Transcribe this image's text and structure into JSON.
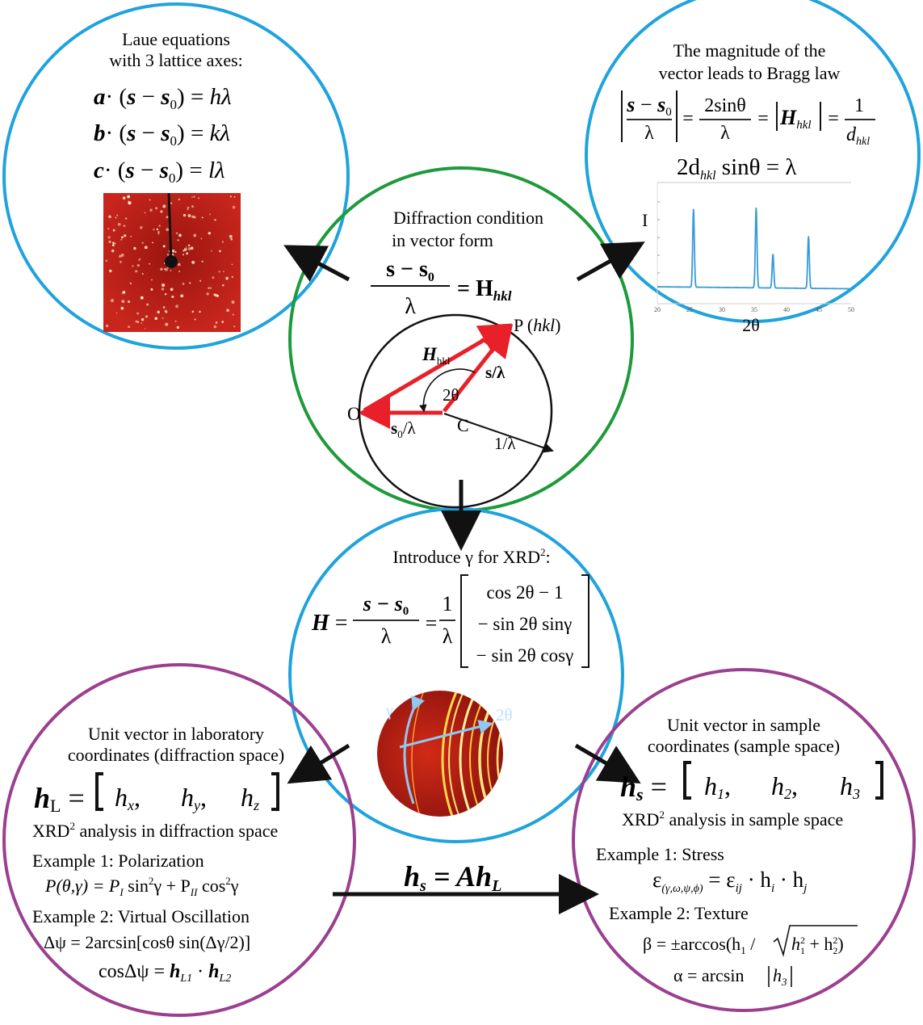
{
  "colors": {
    "blue_circle": "#1fa3dd",
    "green_circle": "#1d9a3a",
    "purple_circle": "#9b3f8f",
    "red_vector": "#e8202a",
    "arrow": "#111111",
    "xrd_curve": "#3a9ad6",
    "pattern_red": "#b21a14"
  },
  "laue": {
    "title_line1": "Laue equations",
    "title_line2": "with 3 lattice axes:",
    "eq_a": {
      "lhs": "a",
      "op": "· (",
      "s": "s",
      "minus": " − ",
      "s0": "s",
      "sub": "0",
      "close": ")",
      "eq": " = ",
      "rhs": "hλ"
    },
    "eq_b": {
      "lhs": "b",
      "op": "· (",
      "s": "s",
      "minus": " − ",
      "s0": "s",
      "sub": "0",
      "close": ")",
      "eq": " = ",
      "rhs": "kλ"
    },
    "eq_c": {
      "lhs": "c",
      "op": "· (",
      "s": "s",
      "minus": " − ",
      "s0": "s",
      "sub": "0",
      "close": ")",
      "eq": " = ",
      "rhs": "lλ"
    }
  },
  "bragg": {
    "title_line1": "The magnitude of the",
    "title_line2": "vector leads to Bragg law",
    "eq1_frac_num_s": "s",
    "eq1_frac_num_minus": " − ",
    "eq1_frac_num_s0": "s",
    "eq1_sub0": "0",
    "eq1_den": "λ",
    "eq1_eq": "=",
    "eq1_num2": "2sinθ",
    "eq1_den2": "λ",
    "eq1_eq2": "=",
    "eq1_H": "H",
    "eq1_Hsub": "hkl",
    "eq1_eq3": "=",
    "eq1_num3": "1",
    "eq1_d": "d",
    "eq1_dsub": "hkl",
    "eq2_2d": "2d",
    "eq2_sub": "hkl",
    "eq2_rest": " sinθ = λ",
    "ylabel": "I",
    "xlabel": "2θ",
    "xticks": [
      "20",
      "25",
      "30",
      "35",
      "40",
      "45",
      "50"
    ]
  },
  "chart_data": {
    "type": "line",
    "title": "",
    "xlabel": "2θ",
    "ylabel": "I",
    "xlim": [
      20,
      50
    ],
    "ylim": [
      0,
      1
    ],
    "peaks": [
      {
        "x": 25.6,
        "y": 0.78
      },
      {
        "x": 35.3,
        "y": 0.8
      },
      {
        "x": 37.9,
        "y": 0.34
      },
      {
        "x": 43.4,
        "y": 0.52
      }
    ],
    "background": 0.04
  },
  "center": {
    "title_line1": "Diffraction condition",
    "title_line2": "in vector form",
    "eq_num": "s − s",
    "eq_sub": "0",
    "eq_den": "λ",
    "eq_rhs": "= H",
    "eq_rhs_sub": "hkl",
    "label_P": "P (",
    "label_hkl": "hkl",
    "label_Pclose": ")",
    "label_H": "H",
    "label_Hsub": "hkl",
    "label_s": "s/λ",
    "label_2theta": "2θ",
    "label_O": "O",
    "label_C": "C",
    "label_s0": "s",
    "label_s0sub": "0",
    "label_s0rest": "/λ",
    "label_inv": "1/λ"
  },
  "gamma": {
    "title_prefix": "Introduce γ for XRD",
    "title_sup": "2",
    "title_suffix": ":",
    "H": "H",
    "eq": " = ",
    "num": "s − s",
    "num_sub": "0",
    "den": "λ",
    "eq2": " = ",
    "one": "1",
    "lambda": "λ",
    "row1": "cos 2θ  − 1",
    "row2": "− sin 2θ  sinγ",
    "row3": "− sin 2θ  cosγ",
    "img_gamma": "γ",
    "img_2theta": "2θ"
  },
  "lab": {
    "title_line1": "Unit vector in laboratory",
    "title_line2": "coordinates (diffraction space)",
    "h": "h",
    "hsub": "L",
    "eq": " = ",
    "hx": "h",
    "hxsub": "x",
    "hy": "h",
    "hysub": "y",
    "hz": "h",
    "hzsub": "z",
    "analysis_prefix": "XRD",
    "analysis_sup": "2",
    "analysis_suffix": " analysis in diffraction space",
    "ex1_title": "Example 1: Polarization",
    "ex1_eq": "P(θ,γ) = P",
    "ex1_sub1": "I",
    "ex1_mid": " sin",
    "ex1_sup1": "2",
    "ex1_mid2": "γ + P",
    "ex1_sub2": "II",
    "ex1_end": " cos",
    "ex1_sup2": "2",
    "ex1_end2": "γ",
    "ex2_title": "Example 2: Virtual Oscillation",
    "ex2_eq1": "Δψ = 2arcsin[cosθ sin(Δγ/2)]",
    "ex2_eq2_pre": "cosΔψ = ",
    "ex2_h1": "h",
    "ex2_h1sub": "L1",
    "ex2_dot": " · ",
    "ex2_h2": "h",
    "ex2_h2sub": "L2"
  },
  "sample": {
    "title_line1": "Unit vector in sample",
    "title_line2": "coordinates (sample space)",
    "h": "h",
    "hsub": "s",
    "eq": " = ",
    "h1": "h",
    "h1sub": "1",
    "h2": "h",
    "h2sub": "2",
    "h3": "h",
    "h3sub": "3",
    "analysis_prefix": "XRD",
    "analysis_sup": "2",
    "analysis_suffix": " analysis in sample space",
    "ex1_title": "Example 1: Stress",
    "ex1_eps": "ε",
    "ex1_sub": "(γ,ω,ψ,ϕ)",
    "ex1_rest": " = ε",
    "ex1_ij": "ij",
    "ex1_rest2": " · h",
    "ex1_i": "i",
    "ex1_rest3": " · h",
    "ex1_j": "j",
    "ex2_title": "Example 2: Texture",
    "ex2_beta": "β = ±arccos(h",
    "ex2_b1": "1",
    "ex2_bslash": " / ",
    "ex2_sqrt": "h",
    "ex2_s1": "1",
    "ex2_sup1": "2",
    "ex2_plus": " + h",
    "ex2_s2": "2",
    "ex2_sup2": "2",
    "ex2_close": ")",
    "ex2_alpha": "α = arcsin",
    "ex2_h3": "h",
    "ex2_h3sub": "3"
  },
  "transform": {
    "hs": "h",
    "hs_sub": "s",
    "eq": " = A",
    "hl": "h",
    "hl_sub": "L"
  }
}
